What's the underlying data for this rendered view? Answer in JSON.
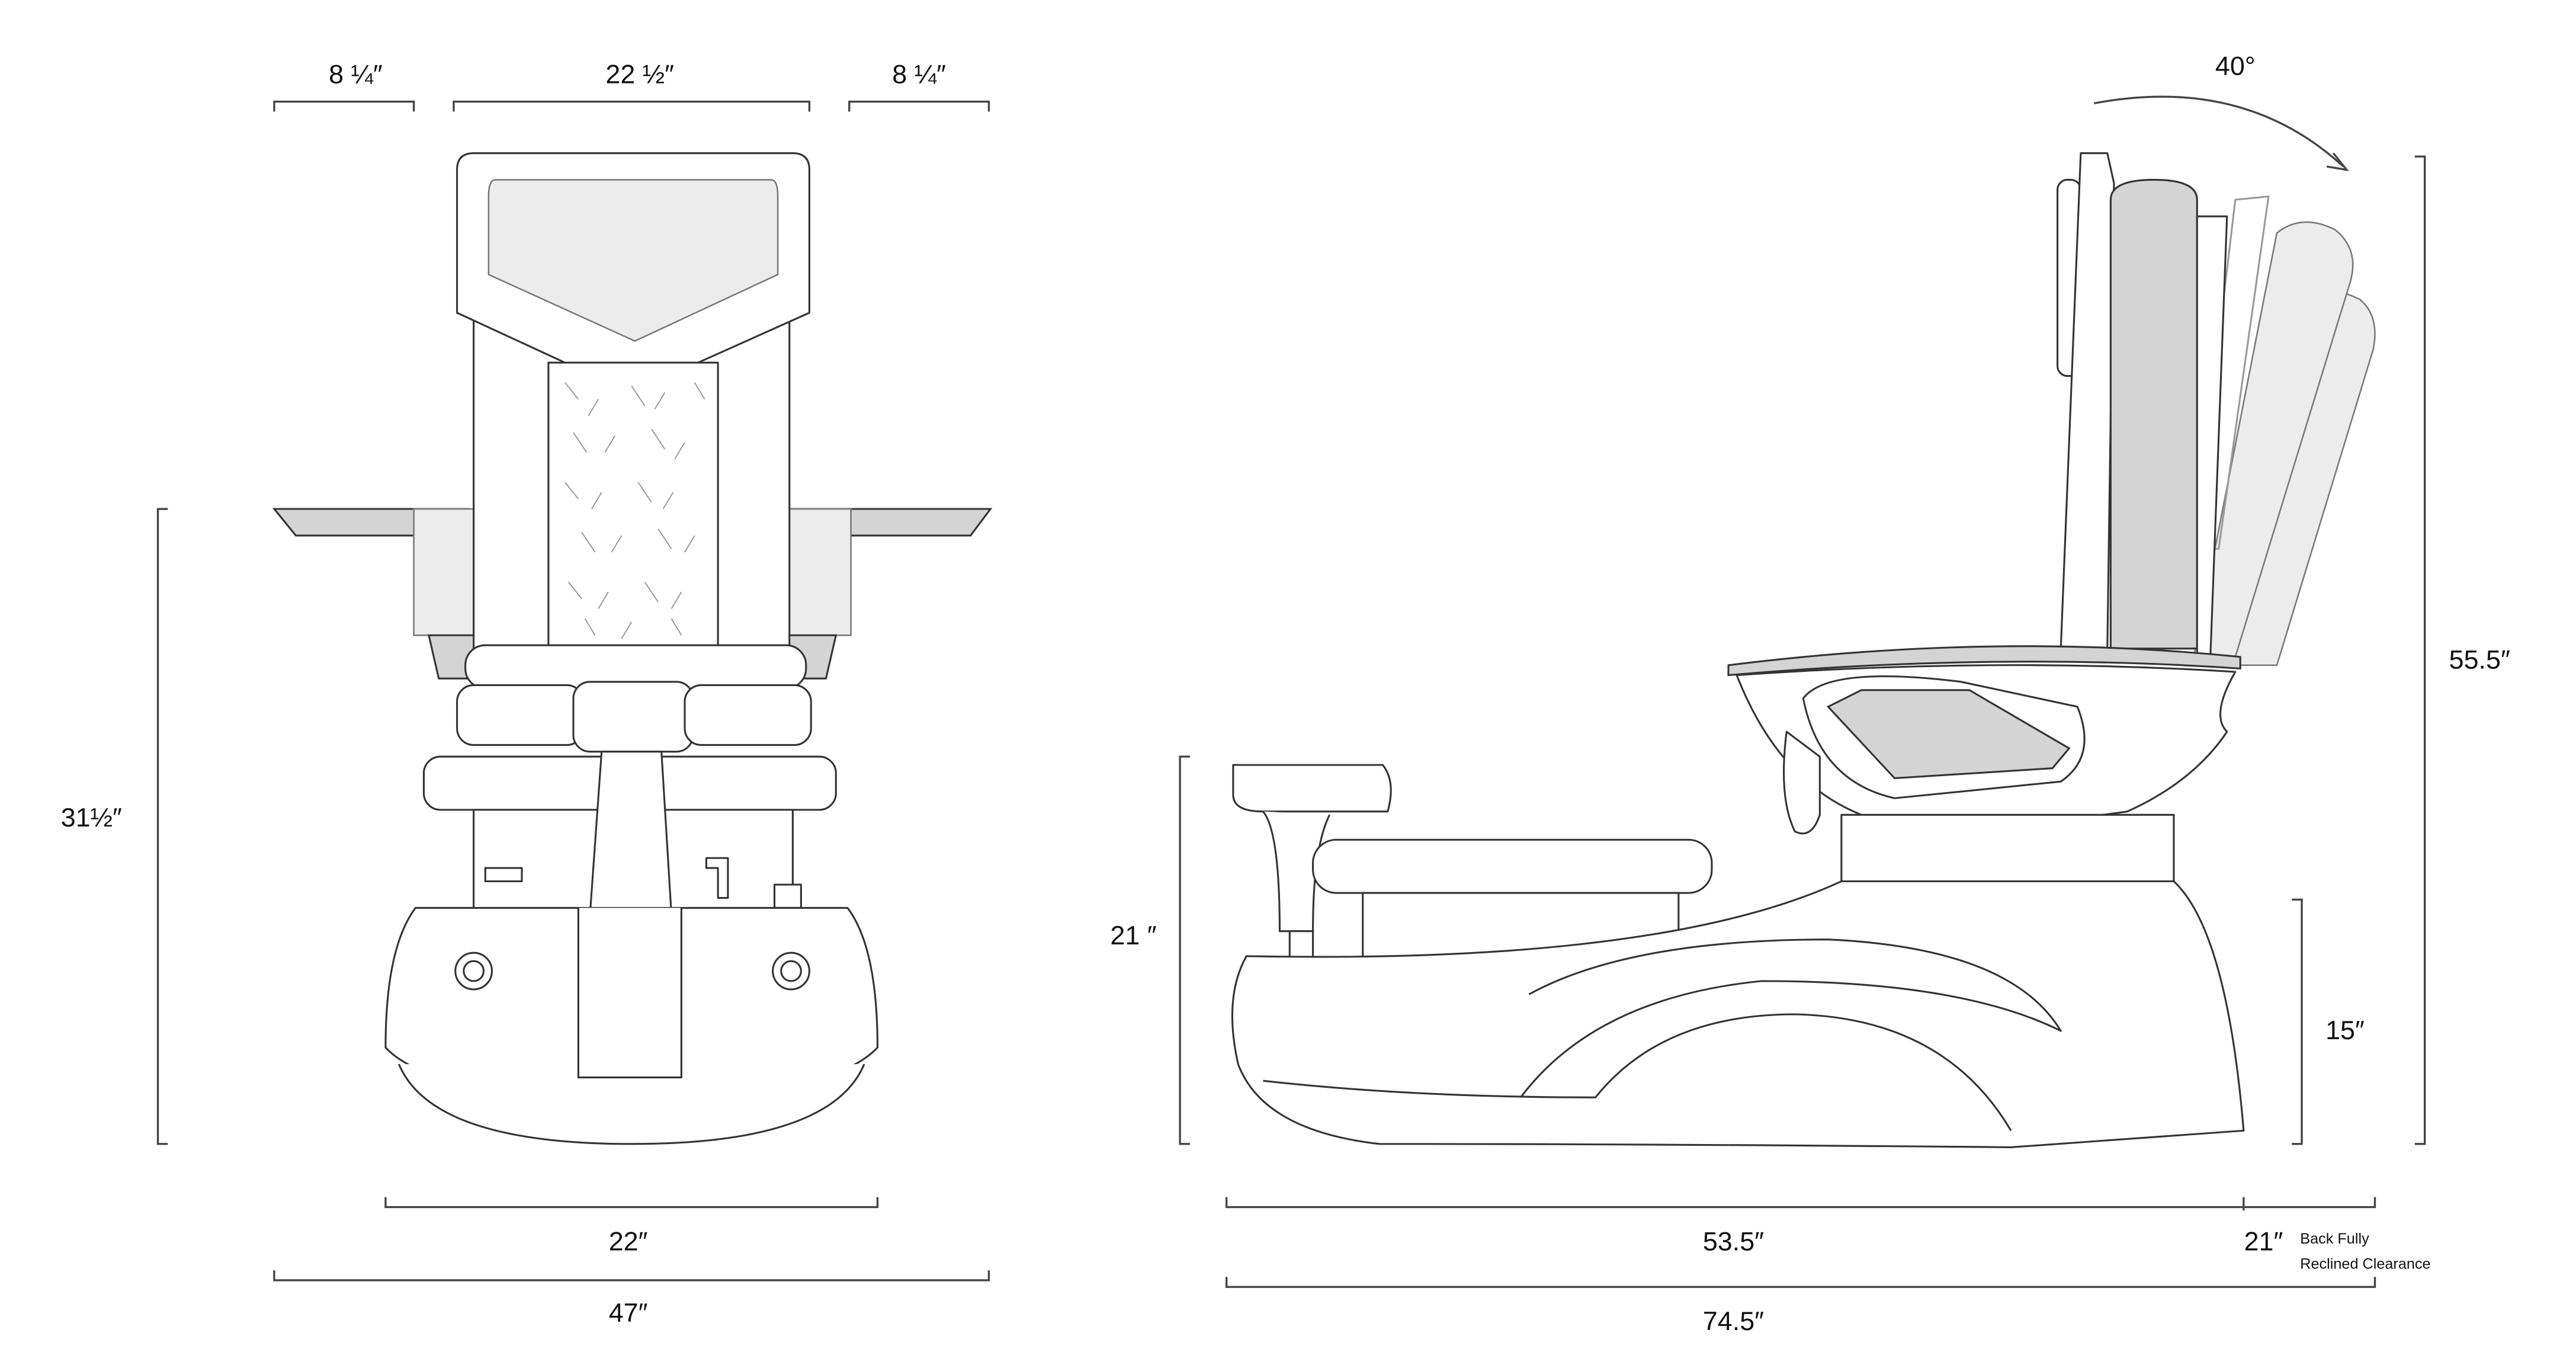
{
  "front_view": {
    "dims": {
      "armrest_left_width": "8 ¼″",
      "back_width": "22 ½″",
      "armrest_right_width": "8 ¼″",
      "height": "31½″",
      "basin_width": "22″",
      "overall_width": "47″"
    }
  },
  "side_view": {
    "dims": {
      "recline_angle": "40°",
      "overall_height": "55.5″",
      "footrest_height": "21 ″",
      "seat_height": "15″",
      "chair_length": "53.5″",
      "recline_clearance": "21″",
      "recline_clearance_note_line1": "Back Fully",
      "recline_clearance_note_line2": "Reclined Clearance",
      "overall_length": "74.5″"
    }
  }
}
